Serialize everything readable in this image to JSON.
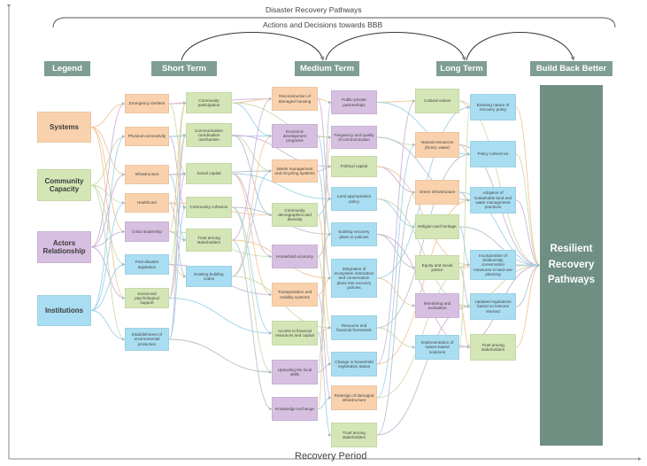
{
  "titles": {
    "top": "Disaster Recovery Pathways",
    "sub": "Actions and Decisions towards BBB",
    "axis": "Recovery Period"
  },
  "columns": [
    "Legend",
    "Short Term",
    "Medium Term",
    "Long Term",
    "Build Back Better"
  ],
  "legend": {
    "systems": "Systems",
    "community": "Community Capacity",
    "actors": "Actors Relationship",
    "institutions": "Institutions"
  },
  "short": {
    "emergency": "Emergency shelters",
    "physical": "Physical connectivity",
    "infrastructure": "Infrastructure",
    "healthcare": "Healthcare",
    "crisis": "Crisis leadership",
    "postdisaster": "Post-disaster legislation",
    "psychosocial": "Social and psychological support",
    "environmental": "Establishment of environmental protection",
    "community_participation": "Community participation",
    "communication_mech": "Communication coordination mechanism",
    "social_capital": "Social capital",
    "cohesion": "Community cohesion",
    "trust_short": "Trust among stakeholders",
    "building_codes": "Existing building codes"
  },
  "medium": {
    "reconstruction": "Reconstruction of damaged housing",
    "economic": "Economic development programs",
    "waste": "Waste management and recycling systems",
    "demographics": "Community demographics and diversity",
    "household_economy": "Household economy",
    "transportation": "Transportation and mobility systems",
    "access": "Access to financial resources and capital",
    "upscaling": "Upscaling the local skills",
    "knowledge": "Knowledge exchange",
    "ppp": "Public-private partnerships",
    "frequency": "Frequency and quality of communication",
    "political": "Political capital",
    "land": "Land appropriation policy",
    "existing_plans": "Existing recovery plans or policies",
    "integration": "Integration of ecosystem restoration and conservation plans into recovery policies",
    "resource_fin": "Resource and financial framework",
    "change_household": "Change in household registration status",
    "redesign": "Redesign of damaged infrastructure",
    "trust_medium": "Trust among stakeholders"
  },
  "long": {
    "cultural": "Cultural values",
    "natural": "Natural resources (forest, water)",
    "green": "Green infrastructure",
    "religion": "Religion and heritage",
    "equity": "Equity and social justice",
    "monitoring": "Monitoring and evaluation",
    "nbs": "Implementation of nature-based solutions",
    "evolving": "Evolving nature of recovery policy",
    "coherence": "Policy coherence",
    "adoption": "Adoption of sustainable land and water management practices",
    "biodiversity": "Incorporation of biodiversity conservation measures in land-use planning",
    "updated_reg": "Updated regulations based on lessons learned",
    "trust_long": "Trust among stakeholders"
  },
  "final": "Resilient Recovery Pathways"
}
